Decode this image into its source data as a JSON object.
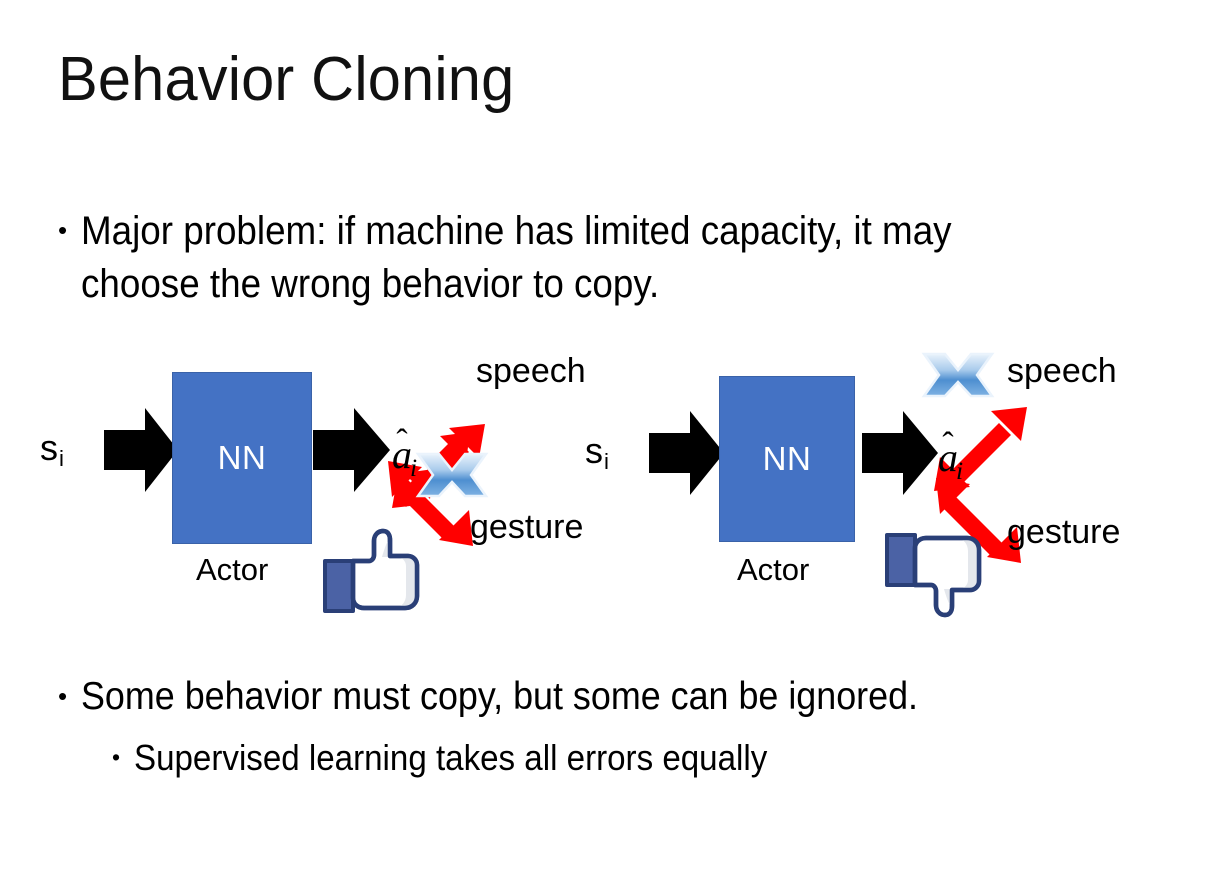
{
  "slide": {
    "title": "Behavior Cloning",
    "background_color": "#FFFFFF"
  },
  "bullets": [
    {
      "level": 1,
      "marker": "•",
      "text": "Major problem: if machine has limited capacity, it may choose the wrong behavior to copy."
    },
    {
      "level": 1,
      "marker": "•",
      "text": "Some behavior must copy, but some can be ignored."
    },
    {
      "level": 2,
      "marker": "•",
      "text": "Supervised learning takes all errors equally"
    }
  ],
  "diagrams": [
    {
      "id": "left",
      "state_label": "s",
      "state_subscript": "i",
      "box_label": "NN",
      "box_caption": "Actor",
      "box_color": "#4472C4",
      "box_border_color": "#3A62A8",
      "box_text_color": "#FFFFFF",
      "action_label": "a",
      "action_hat": "̂",
      "action_subscript": "i",
      "outputs": [
        {
          "name": "speech",
          "direction": "up-right",
          "crossed": false
        },
        {
          "name": "gesture",
          "direction": "down-right",
          "crossed": true
        }
      ],
      "feedback_icon": "thumbs-up-icon",
      "arrow_color": "#FF0000",
      "cross_color": "#5B9BD5",
      "icon_color": "#3B5998"
    },
    {
      "id": "right",
      "state_label": "s",
      "state_subscript": "i",
      "box_label": "NN",
      "box_caption": "Actor",
      "box_color": "#4472C4",
      "box_border_color": "#3A62A8",
      "box_text_color": "#FFFFFF",
      "action_label": "a",
      "action_hat": "̂",
      "action_subscript": "i",
      "outputs": [
        {
          "name": "speech",
          "direction": "up-right",
          "crossed": true
        },
        {
          "name": "gesture",
          "direction": "down-right",
          "crossed": false
        }
      ],
      "feedback_icon": "thumbs-down-icon",
      "arrow_color": "#FF0000",
      "cross_color": "#5B9BD5",
      "icon_color": "#3B5998"
    }
  ]
}
